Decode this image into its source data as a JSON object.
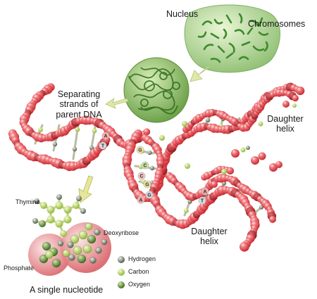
{
  "labels": {
    "nucleus": "Nucleus",
    "chromosomes": "Chromosomes",
    "separating_line1": "Separating",
    "separating_line2": "strands of",
    "separating_line3": "parent DNA",
    "daughter_helix_top_line1": "Daughter",
    "daughter_helix_top_line2": "helix",
    "daughter_helix_bottom_line1": "Daughter",
    "daughter_helix_bottom_line2": "helix",
    "thymine": "Thymine",
    "deoxyribose": "Deoxyribose",
    "phosphate": "Phosphate",
    "single_nucleotide": "A single nucleotide"
  },
  "legend": [
    {
      "label": "Hydrogen",
      "color": "#6d7a6a"
    },
    {
      "label": "Carbon",
      "color": "#c4dc6a"
    },
    {
      "label": "Oxygen",
      "color": "#6f9a3a"
    }
  ],
  "base_letters": [
    "A",
    "T",
    "G",
    "C",
    "C",
    "G",
    "G",
    "A",
    "A",
    "T"
  ],
  "colors": {
    "backbone_red": "#e8434a",
    "backbone_dark": "#b8282e",
    "backbone_light": "#f7a9ab",
    "nucleus_green": "#a8cf8c",
    "chromosome_green": "#4e9a3b"
  }
}
